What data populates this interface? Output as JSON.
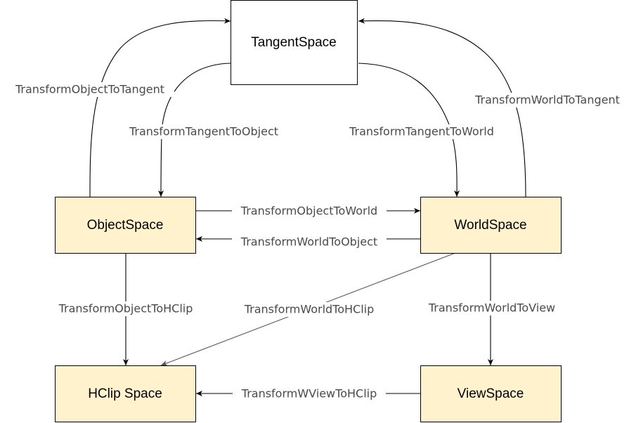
{
  "nodes": {
    "tangent_space": {
      "label": "TangentSpace"
    },
    "object_space": {
      "label": "ObjectSpace"
    },
    "world_space": {
      "label": "WorldSpace"
    },
    "hclip_space": {
      "label": "HClip Space"
    },
    "view_space": {
      "label": "ViewSpace"
    }
  },
  "edges": {
    "object_to_tangent": {
      "label": "TransformObjectToTangent"
    },
    "tangent_to_object": {
      "label": "TransformTangentToObject"
    },
    "tangent_to_world": {
      "label": "TransformTangentToWorld"
    },
    "world_to_tangent": {
      "label": "TransformWorldToTangent"
    },
    "object_to_world": {
      "label": "TransformObjectToWorld"
    },
    "world_to_object": {
      "label": "TransformWorldToObject"
    },
    "object_to_hclip": {
      "label": "TransformObjectToHClip"
    },
    "world_to_hclip": {
      "label": "TransformWorldToHClip"
    },
    "world_to_view": {
      "label": "TransformWorldToView"
    },
    "view_to_hclip": {
      "label": "TransformWViewToHClip"
    }
  },
  "colors": {
    "tangent_fill": "#ffffff",
    "space_fill": "#fff2cc",
    "space_border": "#d6b656",
    "edge": "#000000",
    "edge_world_to_hclip": "#555555",
    "label_text": "#4a4a4a"
  }
}
